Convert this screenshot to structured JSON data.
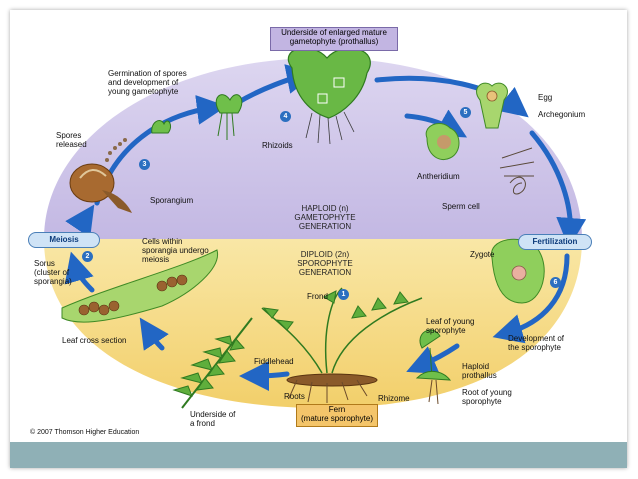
{
  "colors": {
    "haploid_bg": "#c9c0e6",
    "diploid_bg": "#f7dc8a",
    "arrow": "#2266c4",
    "plant_green": "#5fae3c",
    "footer_bar": "#8fb0b6"
  },
  "top_box": "Underside of enlarged mature\ngametophyte (prothallus)",
  "haploid_label": [
    "HAPLOID (n)",
    "GAMETOPHYTE",
    "GENERATION"
  ],
  "diploid_label": [
    "DIPLOID (2n)",
    "SPOROPHYTE",
    "GENERATION"
  ],
  "stages": {
    "meiosis": "Meiosis",
    "fertilization": "Fertilization"
  },
  "numbers": [
    "1",
    "2",
    "3",
    "4",
    "5",
    "6"
  ],
  "labels": {
    "germination": [
      "Germination of spores",
      "and development of",
      "young gametophyte"
    ],
    "spores_released": [
      "Spores",
      "released"
    ],
    "sporangium": "Sporangium",
    "rhizoids": "Rhizoids",
    "antheridium": "Antheridium",
    "egg": "Egg",
    "archegonium": "Archegonium",
    "sperm_cell": "Sperm cell",
    "zygote": "Zygote",
    "cells_within": [
      "Cells within",
      "sporangia undergo",
      "meiosis"
    ],
    "sorus": [
      "Sorus",
      "(cluster of",
      "sporangia)"
    ],
    "leaf_cross": "Leaf cross section",
    "frond": "Frond",
    "fiddlehead": "Fiddlehead",
    "roots": "Roots",
    "rhizome": "Rhizome",
    "leaf_young": [
      "Leaf of young",
      "sporophyte"
    ],
    "development": [
      "Development of",
      "the sporophyte"
    ],
    "haploid_prothallus": [
      "Haploid",
      "prothallus"
    ],
    "root_young": [
      "Root of young",
      "sporophyte"
    ],
    "underside_frond": [
      "Underside of",
      "a frond"
    ]
  },
  "fern_box": [
    "Fern",
    "(mature sporophyte)"
  ],
  "copyright": "© 2007 Thomson Higher Education"
}
